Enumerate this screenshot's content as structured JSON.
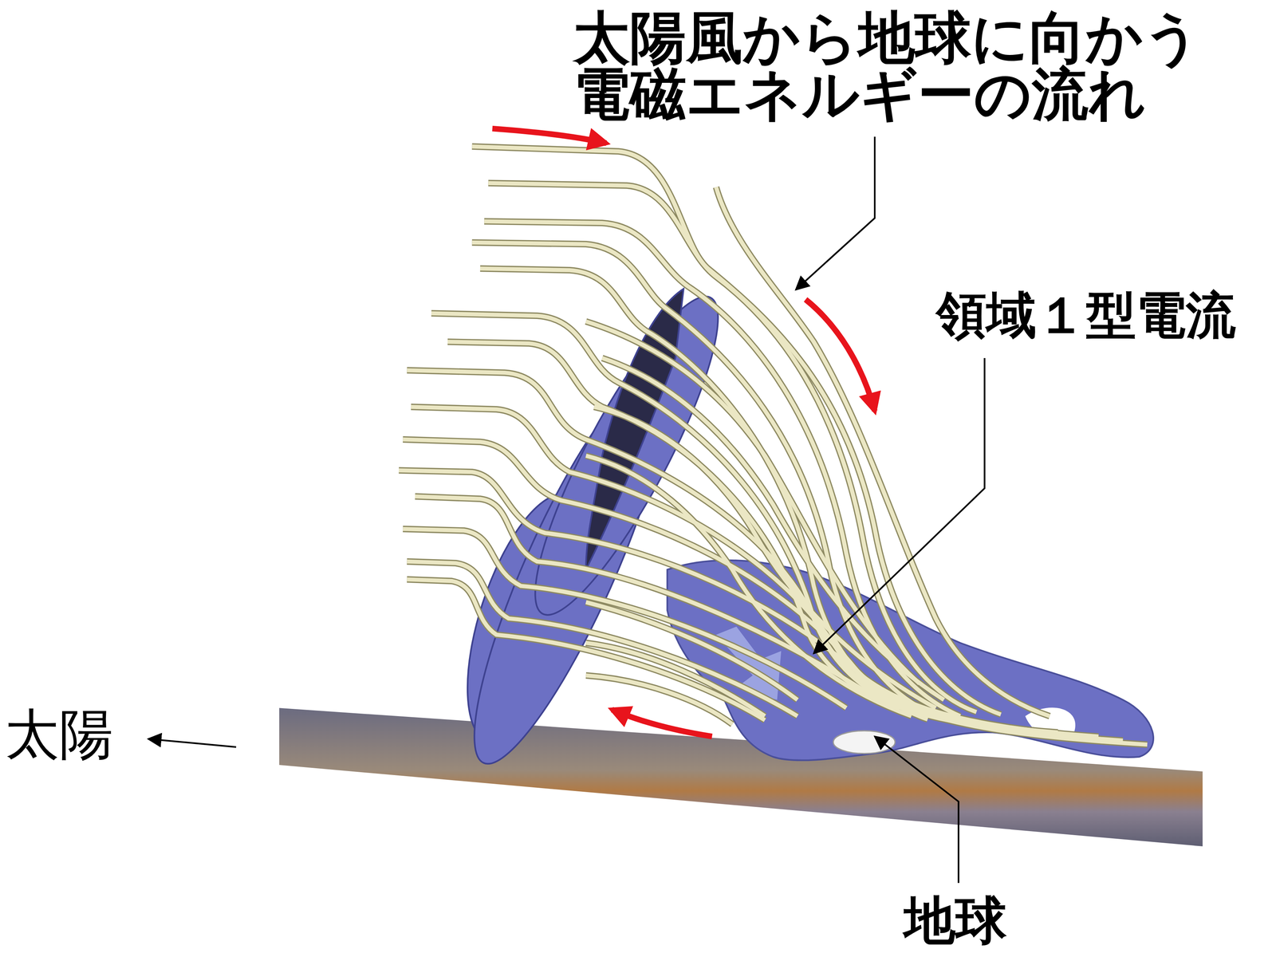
{
  "diagram": {
    "labels": [
      "太陽風から地球に向かう 電磁エネルギーの流れ",
      "領域１型電流",
      "太陽",
      "地球"
    ]
  }
}
